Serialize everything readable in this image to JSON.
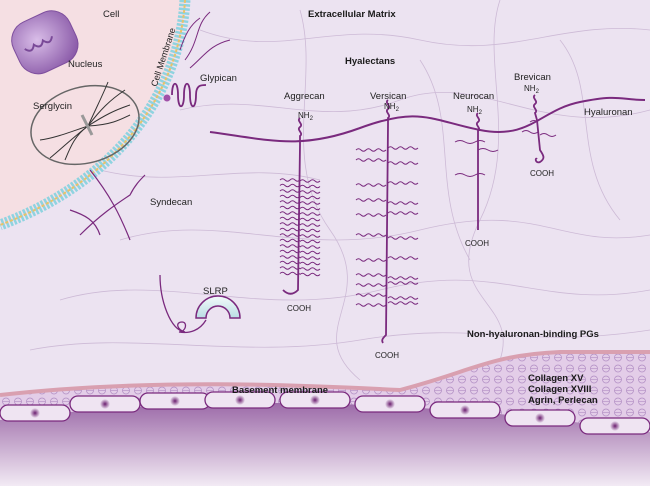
{
  "title": "Extracellular Matrix proteoglycans",
  "labels": {
    "cell": "Cell",
    "nucleus": "Nucleus",
    "serglycin": "Serglycin",
    "cell_membrane": "Cell Membrane",
    "glypican": "Glypican",
    "syndecan": "Syndecan",
    "extracellular_matrix": "Extracellular Matrix",
    "hyalectans": "Hyalectans",
    "aggrecan": "Aggrecan",
    "versican": "Versican",
    "neurocan": "Neurocan",
    "brevican": "Brevican",
    "hyaluronan": "Hyaluronan",
    "slrp": "SLRP",
    "non_hyaluronan_binding": "Non-hyaluronan-binding PGs",
    "basement_membrane": "Basement membrane",
    "collagen_xv": "Collagen XV",
    "collagen_xviii": "Collagen XVIII",
    "agrin_perlecan": "Agrin, Perlecan",
    "nh2": "NH",
    "nh2_sub": "2",
    "cooh": "COOH"
  },
  "colors": {
    "ecm_bg": "#ece3f1",
    "cell_bg": "#f5dfe3",
    "protein": "#7a2a7e",
    "membrane_bead": "#8fd3e0",
    "membrane_core": "#e8c26a",
    "basement": "#d9a0b0",
    "nucleus": "#9a6bb8"
  }
}
